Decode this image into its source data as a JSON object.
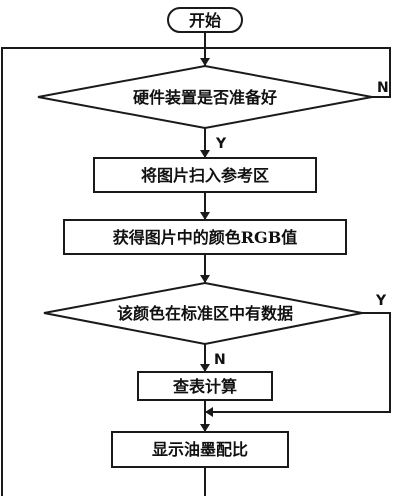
{
  "flowchart": {
    "start": "开始",
    "decision_hardware": "硬件装置是否准备好",
    "step_scan": "将图片扫入参考区",
    "step_rgb": "获得图片中的颜色RGB值",
    "decision_data": "该颜色在标准区中有数据",
    "step_lookup": "查表计算",
    "step_display": "显示油墨配比",
    "label_no": "N",
    "label_yes": "Y"
  }
}
